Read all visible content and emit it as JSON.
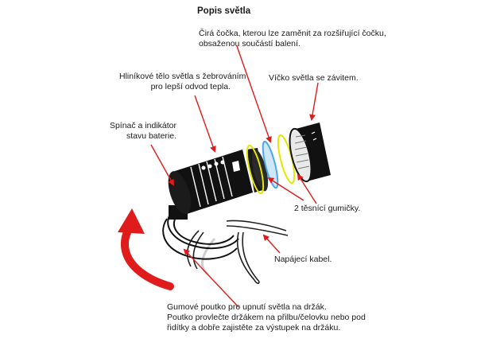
{
  "title": "Popis světla",
  "labels": {
    "lens": [
      "Čirá čočka, kterou lze zaměnit za rozšiřující čočku,",
      "obsaženou součástí balení."
    ],
    "body": [
      "Hliníkové tělo světla s žebrováním",
      "pro lepší odvod tepla."
    ],
    "cap": [
      "Víčko světla se závitem."
    ],
    "switch": [
      "Spínač a indikátor",
      "stavu baterie."
    ],
    "orings": [
      "2 těsnící gumičky."
    ],
    "cable": [
      "Napájecí kabel."
    ],
    "strap": [
      "Gumové poutko pro upnutí světla na držák.",
      "Poutko provlečte držákem na přilbu/čelovku nebo pod",
      "řidítky a dobře zajistěte za výstupek na držáku."
    ]
  },
  "colors": {
    "arrow": "#e01b1b",
    "ring": "#e6e600",
    "lens": "#4aa8e6",
    "body": "#111111",
    "leader": "#e01b1b"
  }
}
